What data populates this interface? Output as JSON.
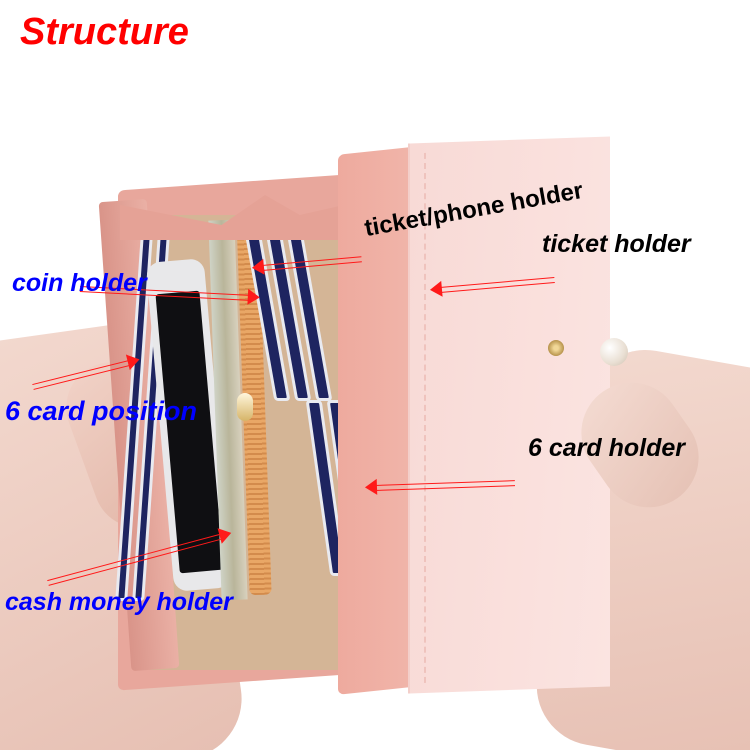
{
  "title": "Structure",
  "colors": {
    "title": "#ff0000",
    "label_blue": "#0000ff",
    "label_black": "#000000",
    "arrow": "#ff1a1a",
    "wallet_pink": "#e8a79c",
    "front_flap": "#f8dad6",
    "card_navy": "#1e2460"
  },
  "annotations": [
    {
      "id": "coin-holder",
      "text": "coin holder",
      "color": "blue"
    },
    {
      "id": "six-card-position",
      "text": "6 card position",
      "color": "blue"
    },
    {
      "id": "cash-money-holder",
      "text": "cash money holder",
      "color": "blue"
    },
    {
      "id": "ticket-phone-holder",
      "text": "ticket/phone holder",
      "color": "black"
    },
    {
      "id": "ticket-holder",
      "text": "ticket holder",
      "color": "black"
    },
    {
      "id": "six-card-holder",
      "text": "6 card holder",
      "color": "black"
    }
  ]
}
